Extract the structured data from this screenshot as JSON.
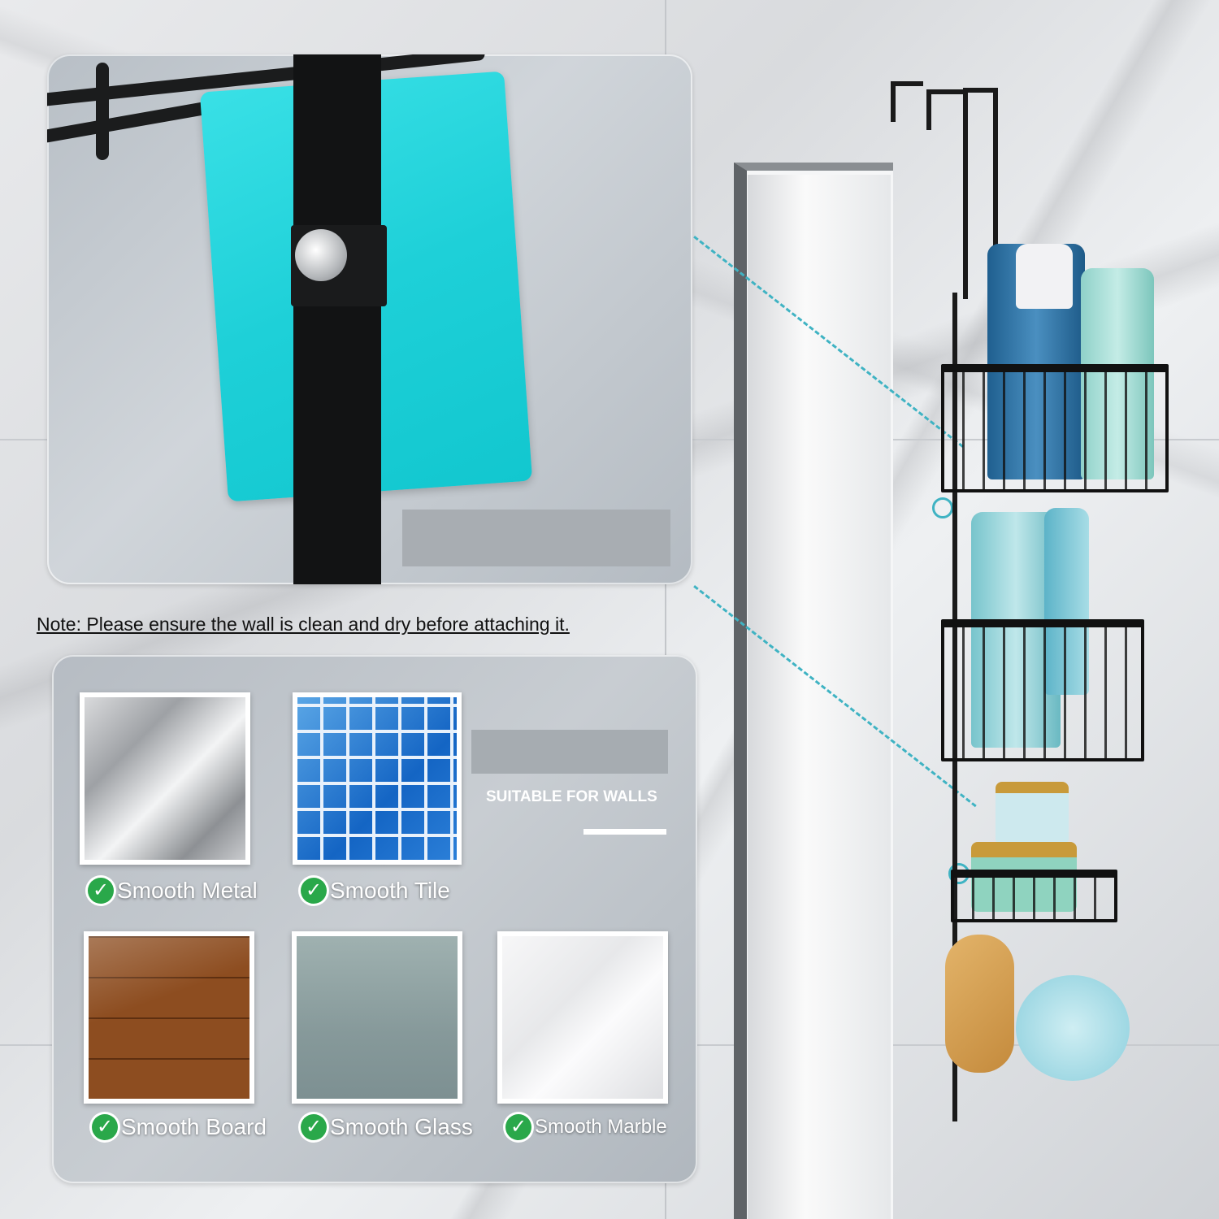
{
  "note": "Note: Please ensure the wall is clean and dry before attaching it.",
  "suitable_heading": "SUITABLE FOR WALLS",
  "surfaces": [
    {
      "label": "Smooth Metal"
    },
    {
      "label": "Smooth Tile"
    },
    {
      "label": "Smooth Board"
    },
    {
      "label": "Smooth Glass"
    },
    {
      "label": "Smooth Marble"
    }
  ],
  "check_glyph": "✓",
  "colors": {
    "adhesive_pad": "#1ed0d8",
    "check": "#2aa84a",
    "dash_line": "#3fb3c3",
    "caddy": "#111111"
  },
  "icons": [
    "check-icon",
    "shower-caddy",
    "adhesive-pad",
    "bolt"
  ]
}
